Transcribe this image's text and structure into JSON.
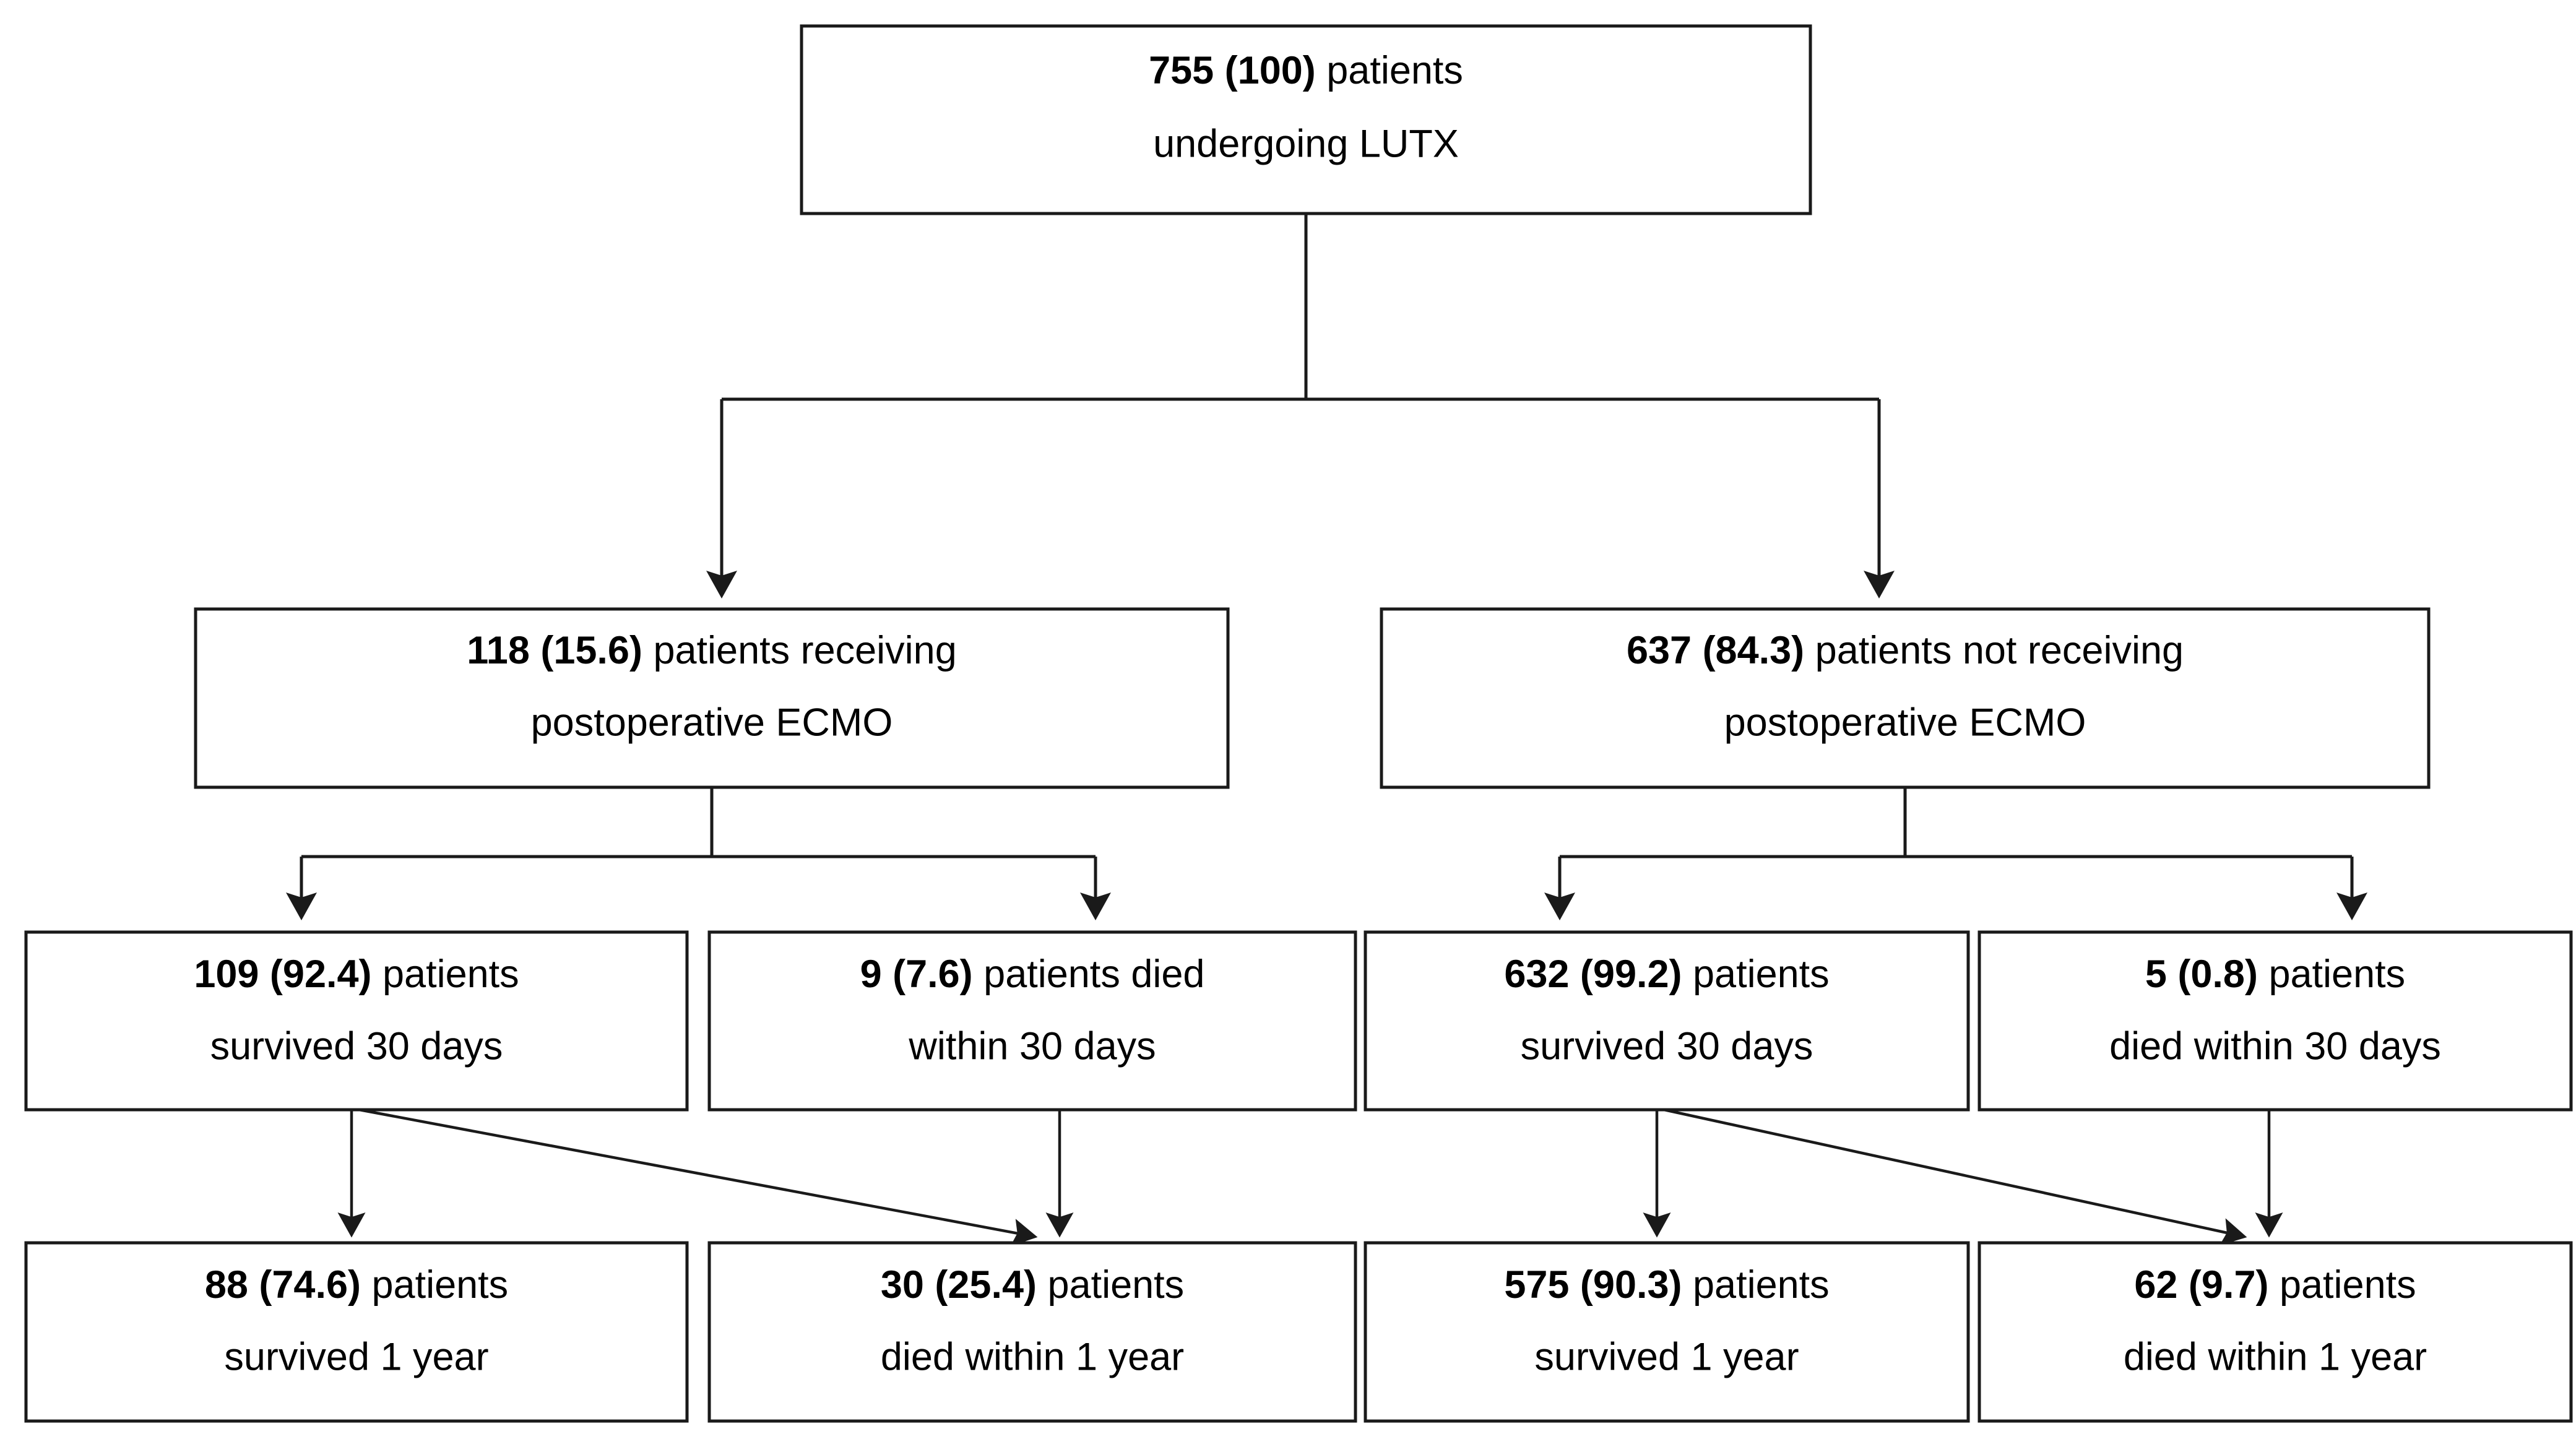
{
  "diagram": {
    "title": "LUTX postoperative ECMO patient flow diagram",
    "type": "flowchart",
    "colors": {
      "box_fill": "#ffffff",
      "box_stroke": "#1a1a1a",
      "text": "#000000",
      "background": "#ffffff"
    },
    "nodes": [
      {
        "id": "root",
        "level": 1,
        "count": "755",
        "percent": "(100)",
        "line1_bold": "755 (100)",
        "line1_rest": " patients",
        "line2": "undergoing LUTX"
      },
      {
        "id": "ecmo-yes",
        "level": 2,
        "count": "118",
        "percent": "(15.6)",
        "line1_bold": "118 (15.6)",
        "line1_rest": " patients receiving",
        "line2": "postoperative ECMO"
      },
      {
        "id": "ecmo-no",
        "level": 2,
        "count": "637",
        "percent": "(84.3)",
        "line1_bold": "637 (84.3)",
        "line1_rest": " patients not receiving",
        "line2": "postoperative ECMO"
      },
      {
        "id": "ecmo-yes-survived-30d",
        "level": 3,
        "count": "109",
        "percent": "(92.4)",
        "line1_bold": "109 (92.4)",
        "line1_rest": " patients",
        "line2": "survived 30 days"
      },
      {
        "id": "ecmo-yes-died-30d",
        "level": 3,
        "count": "9",
        "percent": "(7.6)",
        "line1_bold": "9 (7.6)",
        "line1_rest": " patients died",
        "line2": "within 30 days"
      },
      {
        "id": "ecmo-no-survived-30d",
        "level": 3,
        "count": "632",
        "percent": "(99.2)",
        "line1_bold": "632 (99.2)",
        "line1_rest": " patients",
        "line2": "survived 30 days"
      },
      {
        "id": "ecmo-no-died-30d",
        "level": 3,
        "count": "5",
        "percent": "(0.8)",
        "line1_bold": "5 (0.8)",
        "line1_rest": " patients",
        "line2": "died within 30 days"
      },
      {
        "id": "ecmo-yes-survived-1y",
        "level": 4,
        "count": "88",
        "percent": "(74.6)",
        "line1_bold": "88 (74.6)",
        "line1_rest": " patients",
        "line2": "survived 1 year"
      },
      {
        "id": "ecmo-yes-died-1y",
        "level": 4,
        "count": "30",
        "percent": "(25.4)",
        "line1_bold": "30 (25.4)",
        "line1_rest": " patients",
        "line2": "died within 1 year"
      },
      {
        "id": "ecmo-no-survived-1y",
        "level": 4,
        "count": "575",
        "percent": "(90.3)",
        "line1_bold": "575 (90.3)",
        "line1_rest": " patients",
        "line2": "survived 1 year"
      },
      {
        "id": "ecmo-no-died-1y",
        "level": 4,
        "count": "62",
        "percent": "(9.7)",
        "line1_bold": "62 (9.7)",
        "line1_rest": " patients",
        "line2": "died within 1 year"
      }
    ]
  }
}
